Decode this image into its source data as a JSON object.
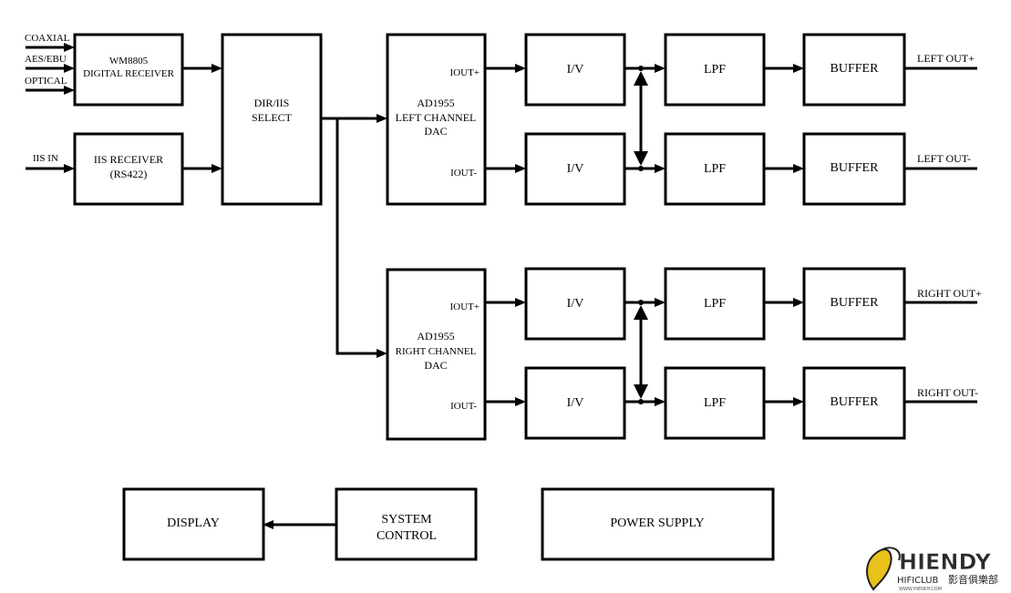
{
  "inputs": {
    "coaxial": "COAXIAL",
    "aes_ebu": "AES/EBU",
    "optical": "OPTICAL",
    "iis_in": "IIS IN"
  },
  "blocks": {
    "wm8805": {
      "line1": "WM8805",
      "line2": "DIGITAL RECEIVER"
    },
    "iis_receiver": {
      "line1": "IIS RECEIVER",
      "line2": "(RS422)"
    },
    "dir_select": {
      "line1": "DIR/IIS",
      "line2": "SELECT"
    },
    "left_dac": {
      "line1": "AD1955",
      "line2": "LEFT CHANNEL",
      "line3": "DAC",
      "out_pos": "IOUT+",
      "out_neg": "IOUT-"
    },
    "right_dac": {
      "line1": "AD1955",
      "line2": "RIGHT CHANNEL",
      "line3": "DAC",
      "out_pos": "IOUT+",
      "out_neg": "IOUT-"
    },
    "iv": "I/V",
    "lpf": "LPF",
    "buffer": "BUFFER",
    "display": "DISPLAY",
    "system_control": {
      "line1": "SYSTEM",
      "line2": "CONTROL"
    },
    "power_supply": "POWER SUPPLY"
  },
  "outputs": {
    "left_pos": "LEFT OUT+",
    "left_neg": "LEFT OUT-",
    "right_pos": "RIGHT OUT+",
    "right_neg": "RIGHT OUT-"
  },
  "logo": {
    "brand": "HIENDY",
    "sub": "HIFICLUB",
    "cn": "影音俱樂部",
    "url": "WWW.HIENDY.COM"
  }
}
